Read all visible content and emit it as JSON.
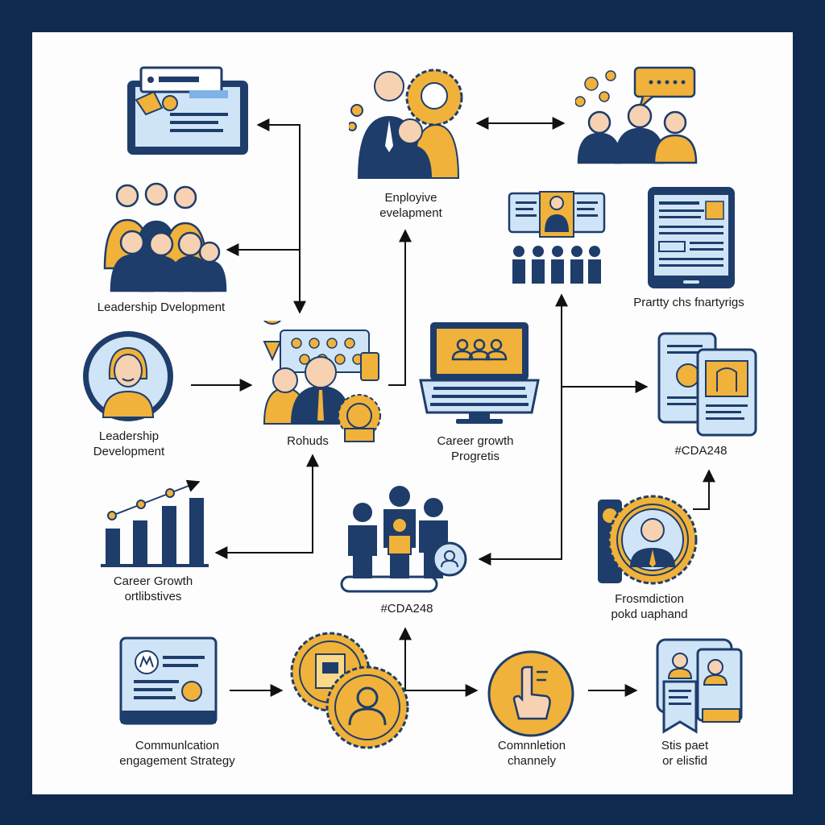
{
  "colors": {
    "frame": "#0f2a4e",
    "navy": "#1e3d6b",
    "gold": "#f0b23a",
    "light_blue": "#cfe4f6",
    "skin": "#f6d2b3",
    "panel": "#fdfdfd"
  },
  "nodes": {
    "document_screen": {
      "icon": "document-screen-icon"
    },
    "leadership_team": {
      "icon": "team-group-icon",
      "label": "Leadership Dvelopment"
    },
    "mentor_avatar": {
      "icon": "woman-avatar-icon",
      "label_lines": [
        "Leadership",
        "Development"
      ]
    },
    "rohuds": {
      "icon": "mentorship-badge-icon",
      "label": "Rohuds"
    },
    "bar_chart": {
      "icon": "growth-chart-icon",
      "label_lines": [
        "Career Growth",
        "ortlibstives"
      ]
    },
    "certificate_card": {
      "icon": "certificate-screen-icon",
      "label_lines": [
        "Communlcation",
        "engagement Strategy"
      ]
    },
    "coins": {
      "icon": "coins-icon"
    },
    "employee_dev": {
      "icon": "award-team-icon",
      "label_lines": [
        "Enployive",
        "evelapment"
      ]
    },
    "laptop": {
      "icon": "laptop-meeting-icon",
      "label_lines": [
        "Career growth",
        "Progretis"
      ]
    },
    "pedestal_team": {
      "icon": "pedestal-team-icon",
      "label": "#CDA248"
    },
    "touch_coin": {
      "icon": "touch-hand-icon",
      "label_lines": [
        "Comnnletion",
        "channely"
      ]
    },
    "chat_team": {
      "icon": "chat-team-icon"
    },
    "chat_screen": {
      "icon": "chat-screen-icon"
    },
    "tablet": {
      "icon": "tablet-report-icon",
      "label": "Prartty chs fnartyrigs"
    },
    "dual_tablets": {
      "icon": "dual-tablets-icon",
      "label": "#CDA248"
    },
    "medal_portrait": {
      "icon": "medal-portrait-icon",
      "label_lines": [
        "Frosmdiction",
        "pokd uaphand"
      ]
    },
    "id_cards": {
      "icon": "id-cards-icon",
      "label_lines": [
        "Stis paet",
        "or elisfid"
      ]
    }
  }
}
